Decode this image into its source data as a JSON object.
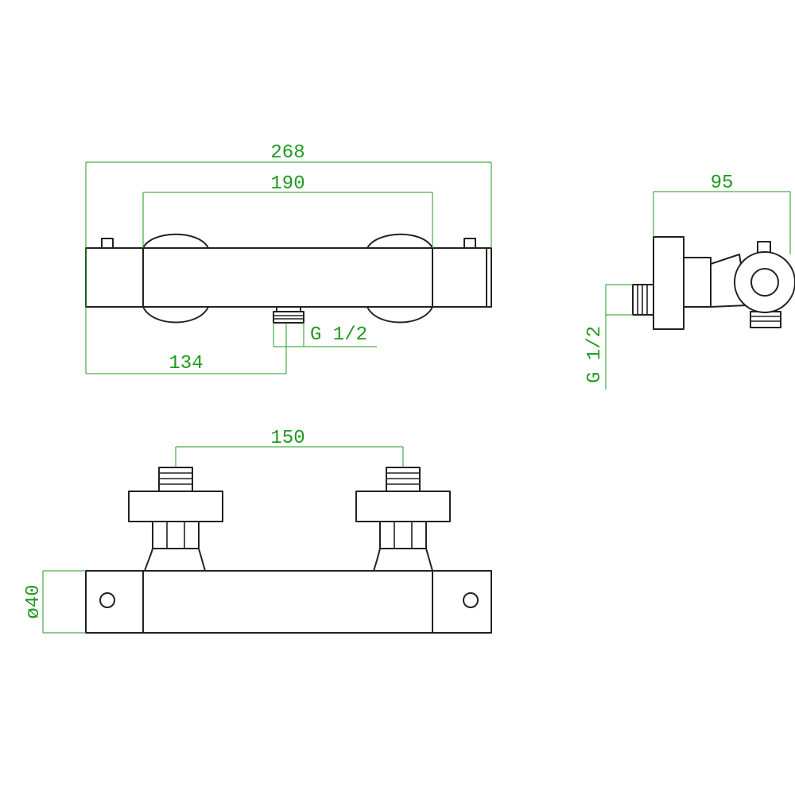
{
  "colors": {
    "dimension": "#1f9a1f",
    "outline": "#222222",
    "background": "#ffffff"
  },
  "dimensions": {
    "overall_length": "268",
    "knob_spacing": "190",
    "outlet_offset": "134",
    "outlet_thread": "G 1/2",
    "depth": "95",
    "side_outlet_thread": "G 1/2",
    "inlet_spacing": "150",
    "body_diameter": "ø40"
  }
}
